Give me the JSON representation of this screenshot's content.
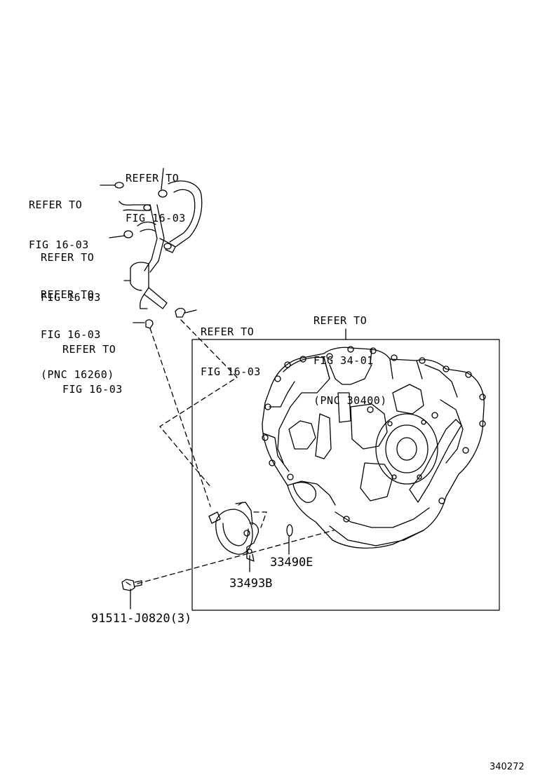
{
  "diagram": {
    "refs": {
      "ref_top": [
        "REFER TO",
        "FIG 16-03"
      ],
      "ref_left_upper": [
        "REFER TO",
        "FIG 16-03"
      ],
      "ref_left_mid": [
        "REFER TO",
        "FIG 16-03"
      ],
      "ref_hose": [
        "REFER TO",
        "FIG 16-03",
        "(PNC 16260)"
      ],
      "ref_right_clip": [
        "REFER TO",
        "FIG 16-03"
      ],
      "ref_left_lower": [
        "REFER TO",
        "FIG 16-03"
      ],
      "ref_transaxle": [
        "REFER TO",
        "FIG 34-01",
        "(PNC 30400)"
      ]
    },
    "part_numbers": {
      "gasket": "33490E",
      "cooler": "33493B",
      "bolt": "91511-J0820(3)"
    },
    "figure_code": "340272"
  }
}
